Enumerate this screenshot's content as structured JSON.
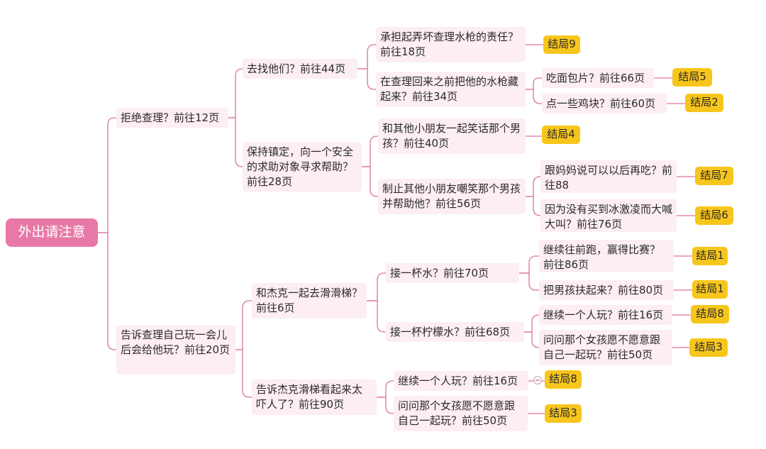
{
  "colors": {
    "line": "#e38ab4",
    "node_bg": "#fceef3",
    "root_bg": "#e879a7",
    "end_bg": "#f7c61c"
  },
  "root": "外出请注意",
  "nodes": {
    "b1": "拒绝查理？前往12页",
    "b1a": "去找他们？前往44页",
    "b1a1": "承担起弄坏查理水枪的责任？前往18页",
    "b1a2": "在查理回来之前把他的水枪藏起来？前往34页",
    "b1a2a": "吃面包片？前往66页",
    "b1a2b": "点一些鸡块？前往60页",
    "b1b": "保持镇定，向一个安全的求助对象寻求帮助？前往28页",
    "b1b1": "和其他小朋友一起笑话那个男孩？前往40页",
    "b1b2": "制止其他小朋友嘲笑那个男孩并帮助他？前往56页",
    "b1b2a": "跟妈妈说可以以后再吃？前往88",
    "b1b2b": "因为没有买到冰激凌而大喊大叫？前往76页",
    "b2": "告诉查理自己玩一会儿后会给他玩？前往20页",
    "b2a": "和杰克一起去滑滑梯？前往6页",
    "b2a1": "接一杯水？前往70页",
    "b2a1a": "继续往前跑，赢得比赛？前往86页",
    "b2a1b": "把男孩扶起来？前往80页",
    "b2a2": "接一杯柠檬水？前往68页",
    "b2a2a": "继续一个人玩？前往16页",
    "b2a2b": "问问那个女孩愿不愿意跟自己一起玩？前往50页",
    "b2b": "告诉杰克滑梯看起来太吓人了？前往90页",
    "b2b1": "继续一个人玩？前往16页",
    "b2b2": "问问那个女孩愿不愿意跟自己一起玩？前往50页"
  },
  "endings": {
    "e9": "结局9",
    "e5": "结局5",
    "e2": "结局2",
    "e4": "结局4",
    "e7": "结局7",
    "e6": "结局6",
    "e1a": "结局1",
    "e1b": "结局1",
    "e8a": "结局8",
    "e3a": "结局3",
    "e8b": "结局8",
    "e3b": "结局3"
  }
}
